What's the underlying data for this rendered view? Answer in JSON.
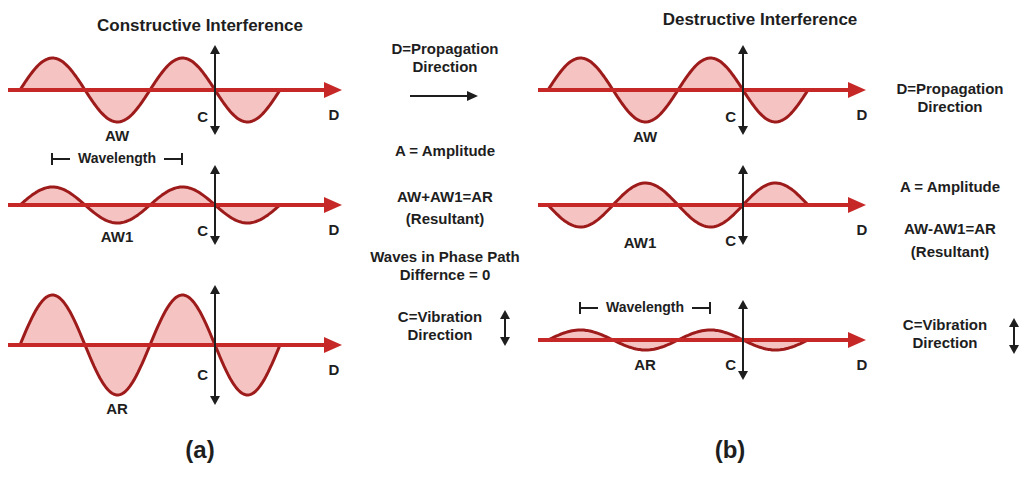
{
  "diagram": {
    "labels": [
      "Constructive Interference",
      "AW",
      "C",
      "D",
      "Wavelength",
      "AW1",
      "C",
      "D",
      "AR",
      "C",
      "D",
      "D=Propagation Direction",
      "A = Amplitude",
      "AW+AW1=AR",
      "(Resultant)",
      "Waves in Phase Path Differnce = 0",
      "C=Vibration Direction",
      "(a)",
      "Destructive Interference",
      "AW",
      "C",
      "D",
      "AW1",
      "C",
      "D",
      "Wavelength",
      "AR",
      "C",
      "D",
      "D=Propagation Direction",
      "A = Amplitude",
      "AW-AW1=AR",
      "(Resultant)",
      "C=Vibration Direction",
      "(b)"
    ]
  }
}
